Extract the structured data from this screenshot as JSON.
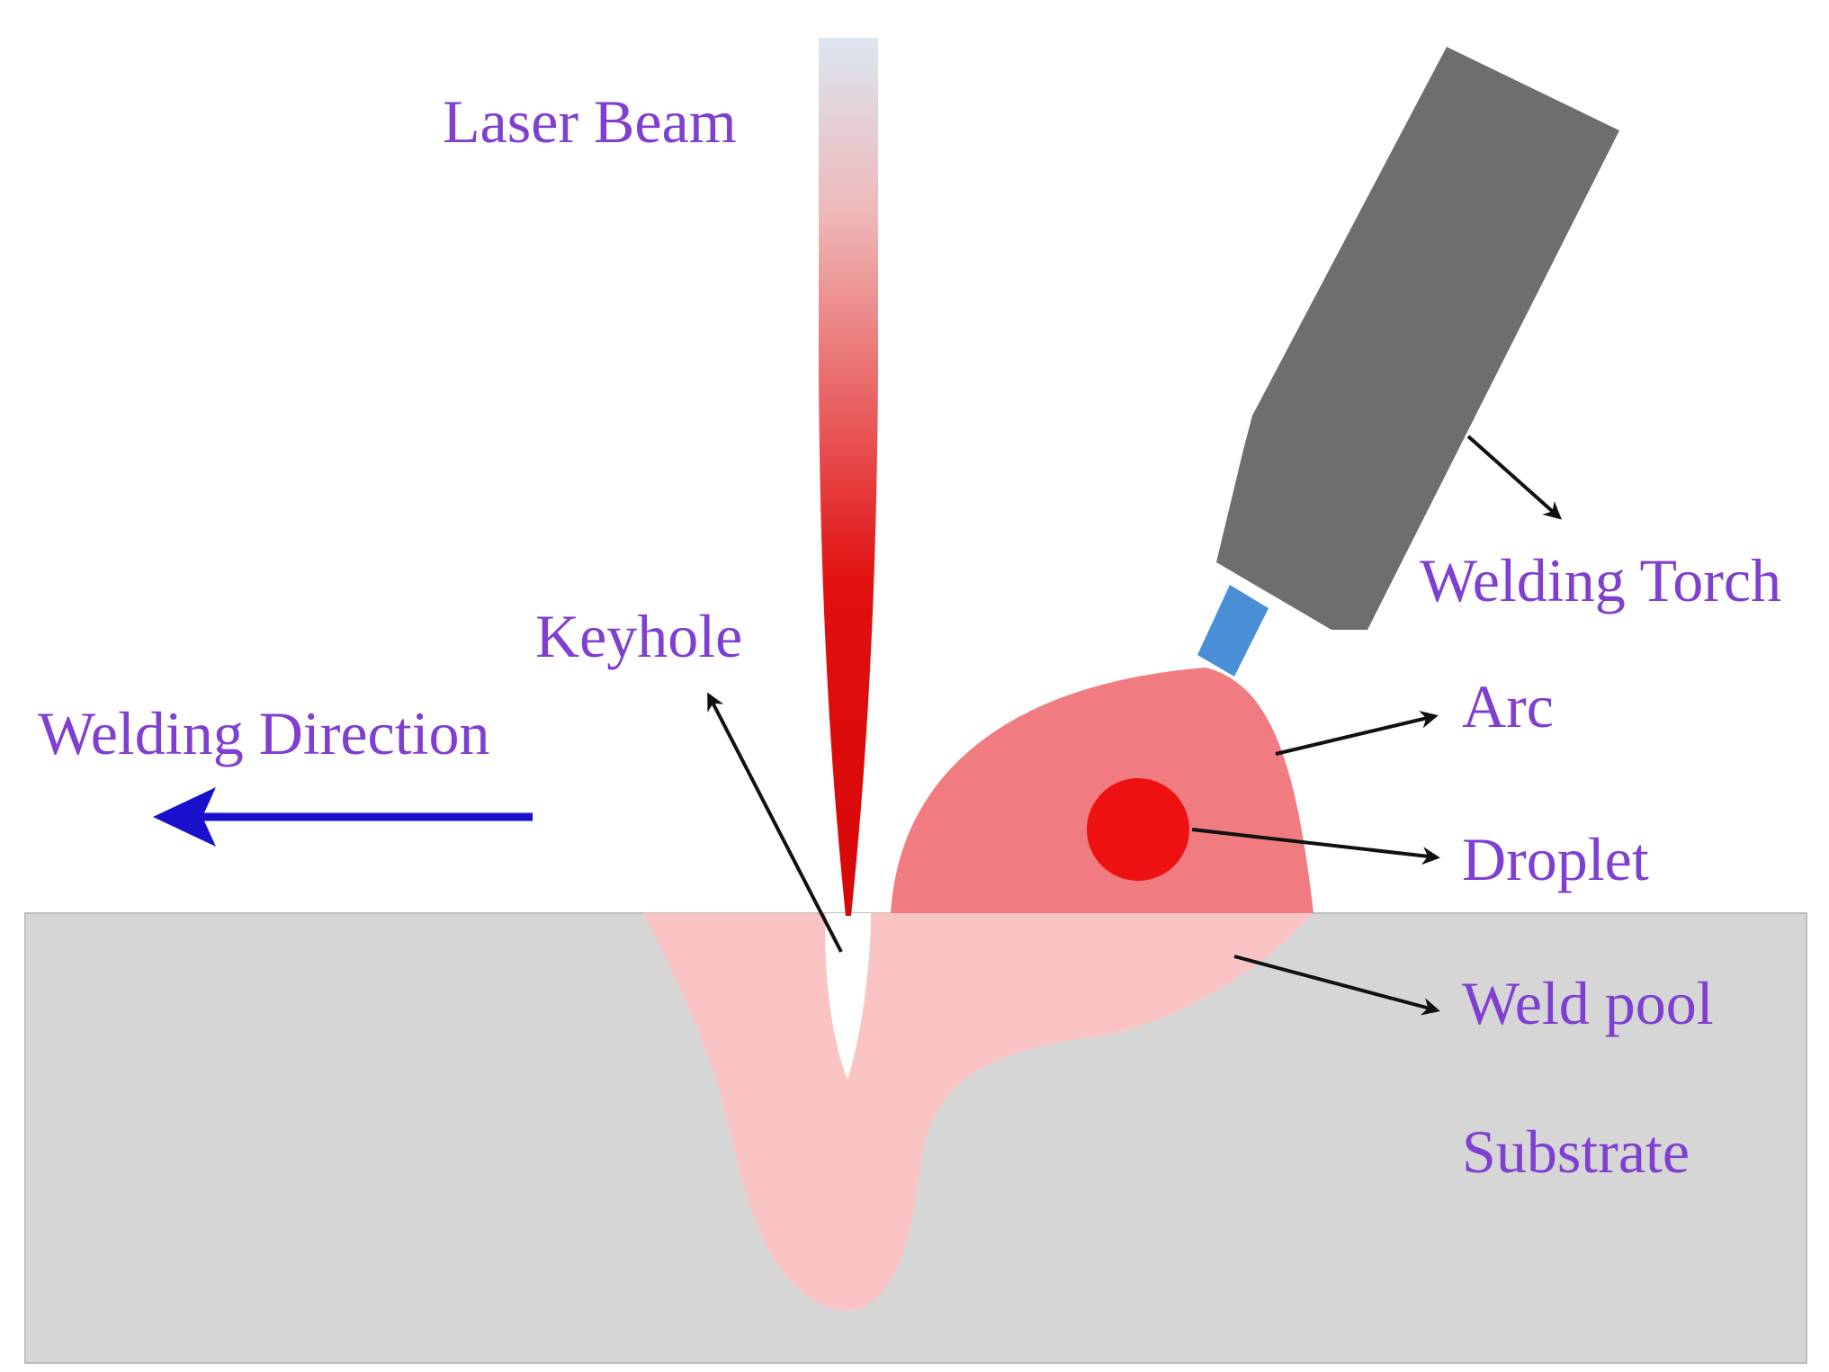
{
  "labels": {
    "laser_beam": "Laser Beam",
    "welding_torch": "Welding Torch",
    "keyhole": "Keyhole",
    "welding_direction": "Welding Direction",
    "arc": "Arc",
    "droplet": "Droplet",
    "weld_pool": "Weld pool",
    "substrate": "Substrate"
  },
  "colors": {
    "label_text": "#7f3fd1",
    "substrate": "#d6d6d6",
    "weld_pool": "#fbc4c4",
    "arc": "#f07b80",
    "droplet": "#ee1111",
    "laser_red": "#e01010",
    "torch_body": "#6e6e6e",
    "electrode": "#4a8fd6",
    "direction_arrow": "#1a10cc",
    "pointer_arrow": "#111111"
  }
}
